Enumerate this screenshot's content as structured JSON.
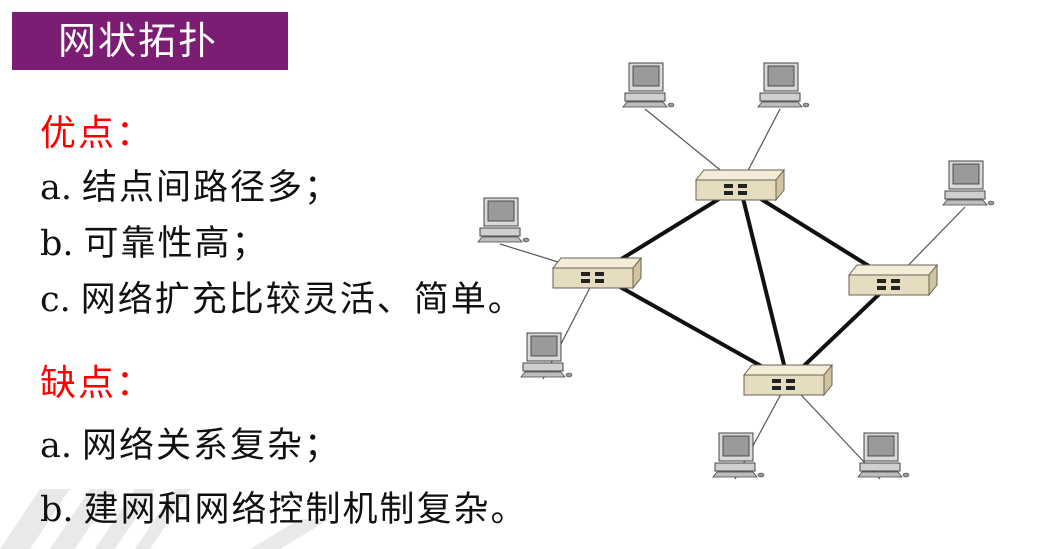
{
  "title": "网状拓扑",
  "pros": {
    "heading": "优点：",
    "items": [
      {
        "label": "a.",
        "text": "结点间路径多；"
      },
      {
        "label": "b.",
        "text": "可靠性高；"
      },
      {
        "label": "c.",
        "text": "网络扩充比较灵活、简单。"
      }
    ]
  },
  "cons": {
    "heading": "缺点：",
    "items": [
      {
        "label": "a.",
        "text": "网络关系复杂；"
      },
      {
        "label": "b.",
        "text": "建网和网络控制机制复杂。"
      }
    ]
  },
  "colors": {
    "title_bg": "#7a1d73",
    "heading": "#ff0000",
    "link": "#111111"
  },
  "diagram": {
    "switches": [
      "switch-top",
      "switch-left",
      "switch-right",
      "switch-bottom"
    ],
    "trunk_links": [
      [
        "switch-top",
        "switch-left"
      ],
      [
        "switch-top",
        "switch-right"
      ],
      [
        "switch-top",
        "switch-bottom"
      ],
      [
        "switch-left",
        "switch-bottom"
      ],
      [
        "switch-right",
        "switch-bottom"
      ]
    ],
    "computers": [
      {
        "id": "pc-top-1",
        "switch": "switch-top"
      },
      {
        "id": "pc-top-2",
        "switch": "switch-top"
      },
      {
        "id": "pc-left-1",
        "switch": "switch-left"
      },
      {
        "id": "pc-left-2",
        "switch": "switch-left"
      },
      {
        "id": "pc-right-1",
        "switch": "switch-right"
      },
      {
        "id": "pc-bottom-1",
        "switch": "switch-bottom"
      },
      {
        "id": "pc-bottom-2",
        "switch": "switch-bottom"
      }
    ]
  }
}
